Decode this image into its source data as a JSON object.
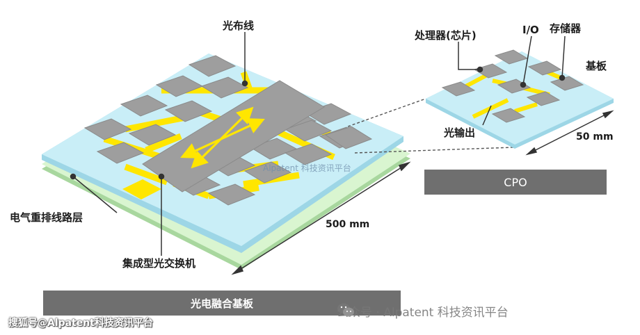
{
  "labels": {
    "optical_wiring": "光布线",
    "redistribution_layer": "电气重排线路层",
    "integrated_switch": "集成型光交换机",
    "size_large": "500 mm",
    "processor": "处理器(芯片)",
    "io": "I/O",
    "memory": "存储器",
    "substrate": "基板",
    "optical_output": "光输出",
    "size_small": "50 mm"
  },
  "bars": {
    "left": "光电融合基板",
    "right": "CPO"
  },
  "watermarks": {
    "center": "Alpatent 科技资讯平台",
    "wechat": "公众号 · Alpatent 科技资讯平台",
    "sohu": "搜狐号@Alpatent科技资讯平台"
  },
  "colors": {
    "board_top": "#c9eef7",
    "board_edge": "#9dd6e6",
    "rdl_layer": "#d9f5d0",
    "chip": "#9e9e9e",
    "wiring": "#ffe600",
    "bar": "#6f6f6f"
  }
}
